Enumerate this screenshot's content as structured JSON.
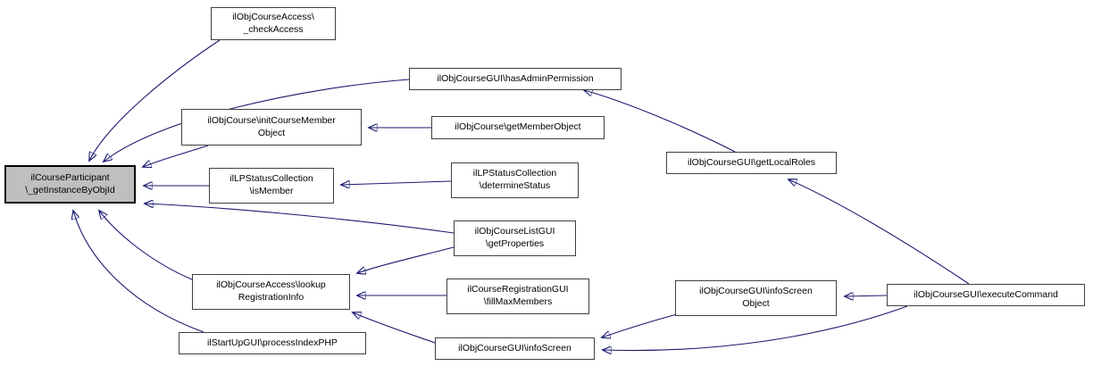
{
  "diagram": {
    "type": "caller-graph",
    "focus_function": "ilCourseParticipant\\_getInstanceByObjId",
    "colors": {
      "edge": "#191970",
      "node_fill": "#ffffff",
      "node_border": "#404040",
      "highlight_fill": "#bfbfbf",
      "text": "#000000"
    },
    "nodes": [
      {
        "id": "target",
        "label": "ilCourseParticipant\n\\_getInstanceByObjId",
        "highlighted": true
      },
      {
        "id": "checkAccess",
        "label": "ilObjCourseAccess\\\n_checkAccess",
        "highlighted": false
      },
      {
        "id": "hasAdminPermission",
        "label": "ilObjCourseGUI\\hasAdminPermission",
        "highlighted": false
      },
      {
        "id": "initCourseMemberObject",
        "label": "ilObjCourse\\initCourseMember\nObject",
        "highlighted": false
      },
      {
        "id": "getMemberObject",
        "label": "ilObjCourse\\getMemberObject",
        "highlighted": false
      },
      {
        "id": "isMember",
        "label": "ilLPStatusCollection\n\\isMember",
        "highlighted": false
      },
      {
        "id": "determineStatus",
        "label": "ilLPStatusCollection\n\\determineStatus",
        "highlighted": false
      },
      {
        "id": "getProperties",
        "label": "ilObjCourseListGUI\n\\getProperties",
        "highlighted": false
      },
      {
        "id": "lookupRegistrationInfo",
        "label": "ilObjCourseAccess\\lookup\nRegistrationInfo",
        "highlighted": false
      },
      {
        "id": "fillMaxMembers",
        "label": "ilCourseRegistrationGUI\n\\fillMaxMembers",
        "highlighted": false
      },
      {
        "id": "processIndexPHP",
        "label": "ilStartUpGUI\\processIndexPHP",
        "highlighted": false
      },
      {
        "id": "infoScreen",
        "label": "ilObjCourseGUI\\infoScreen",
        "highlighted": false
      },
      {
        "id": "getLocalRoles",
        "label": "ilObjCourseGUI\\getLocalRoles",
        "highlighted": false
      },
      {
        "id": "infoScreenObject",
        "label": "ilObjCourseGUI\\infoScreen\nObject",
        "highlighted": false
      },
      {
        "id": "executeCommand",
        "label": "ilObjCourseGUI\\executeCommand",
        "highlighted": false
      }
    ],
    "edges": [
      {
        "from": "checkAccess",
        "to": "target"
      },
      {
        "from": "hasAdminPermission",
        "to": "target"
      },
      {
        "from": "initCourseMemberObject",
        "to": "target"
      },
      {
        "from": "isMember",
        "to": "target"
      },
      {
        "from": "getProperties",
        "to": "target"
      },
      {
        "from": "lookupRegistrationInfo",
        "to": "target"
      },
      {
        "from": "processIndexPHP",
        "to": "target"
      },
      {
        "from": "getMemberObject",
        "to": "initCourseMemberObject"
      },
      {
        "from": "determineStatus",
        "to": "isMember"
      },
      {
        "from": "getLocalRoles",
        "to": "hasAdminPermission"
      },
      {
        "from": "getProperties",
        "to": "lookupRegistrationInfo"
      },
      {
        "from": "fillMaxMembers",
        "to": "lookupRegistrationInfo"
      },
      {
        "from": "infoScreen",
        "to": "lookupRegistrationInfo"
      },
      {
        "from": "infoScreenObject",
        "to": "infoScreen"
      },
      {
        "from": "executeCommand",
        "to": "infoScreenObject"
      },
      {
        "from": "executeCommand",
        "to": "getLocalRoles"
      },
      {
        "from": "executeCommand",
        "to": "infoScreen"
      }
    ]
  }
}
